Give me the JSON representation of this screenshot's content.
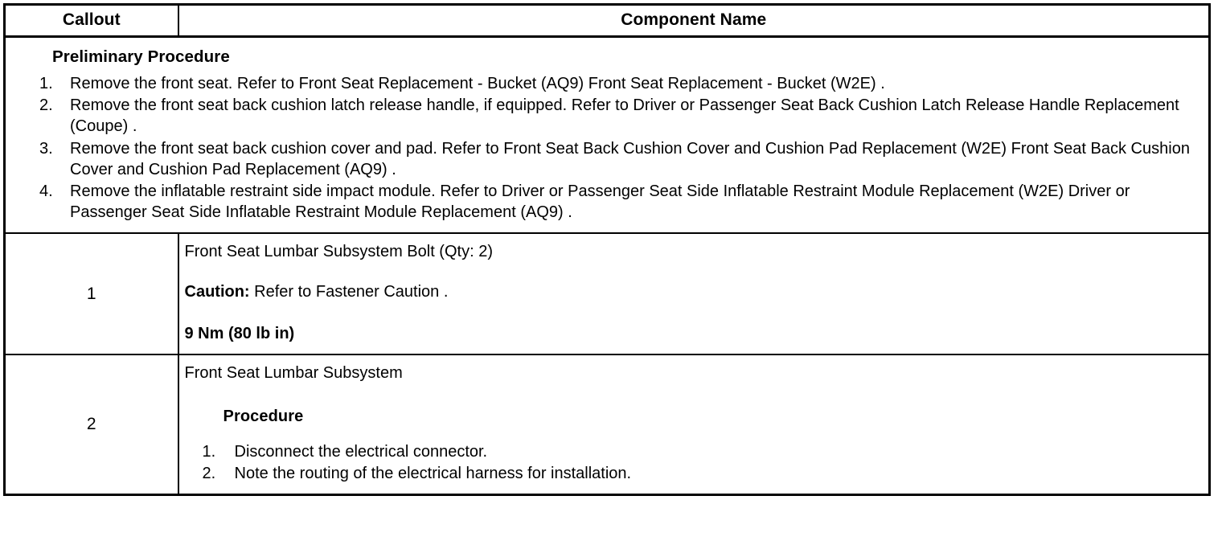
{
  "table": {
    "headers": {
      "callout": "Callout",
      "component_name": "Component Name"
    },
    "preliminary": {
      "title": "Preliminary Procedure",
      "steps": [
        "Remove the front seat. Refer to Front Seat Replacement - Bucket (AQ9) Front Seat Replacement - Bucket (W2E) .",
        "Remove the front seat back cushion latch release handle, if equipped. Refer to Driver or Passenger Seat Back Cushion Latch Release Handle Replacement (Coupe) .",
        "Remove the front seat back cushion cover and pad. Refer to Front Seat Back Cushion Cover and Cushion Pad Replacement (W2E) Front Seat Back Cushion Cover and Cushion Pad Replacement (AQ9) .",
        "Remove the inflatable restraint side impact module. Refer to Driver or Passenger Seat Side Inflatable Restraint Module Replacement (W2E) Driver or Passenger Seat Side Inflatable Restraint Module Replacement (AQ9) ."
      ]
    },
    "rows": [
      {
        "callout": "1",
        "name": "Front Seat Lumbar Subsystem Bolt (Qty: 2)",
        "caution_label": "Caution:",
        "caution_text": "Refer to Fastener Caution .",
        "torque": "9 Nm (80 lb in)"
      },
      {
        "callout": "2",
        "name": "Front Seat Lumbar Subsystem",
        "procedure_title": "Procedure",
        "procedure_steps": [
          "Disconnect the electrical connector.",
          "Note the routing of the electrical harness for installation."
        ]
      }
    ]
  },
  "colors": {
    "border": "#000000",
    "text": "#000000",
    "background": "#ffffff"
  }
}
